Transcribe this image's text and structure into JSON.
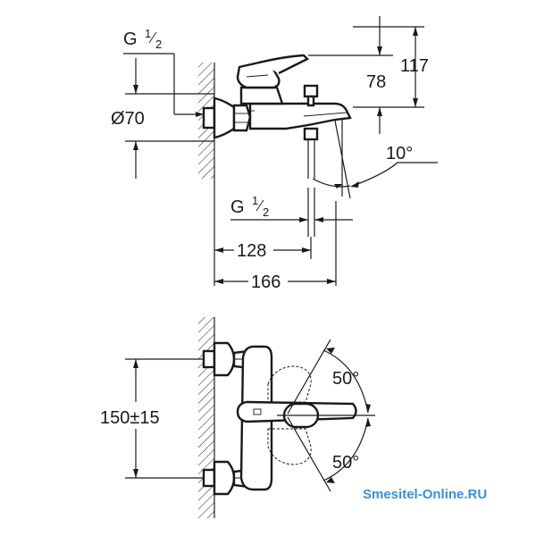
{
  "dimensions": {
    "thread_top_base": "G",
    "thread_top_num": "1",
    "thread_top_den": "2",
    "diameter": "Ø70",
    "height_78": "78",
    "height_117": "117",
    "angle_top": "10°",
    "thread_bottom_base": "G",
    "thread_bottom_num": "1",
    "thread_bottom_den": "2",
    "length_128": "128",
    "length_166": "166",
    "centers": "150±15",
    "angle_upper": "50°",
    "angle_lower": "50°"
  },
  "watermark": {
    "text": "Smesitel-Online.RU",
    "color": "#3a8fd8"
  }
}
